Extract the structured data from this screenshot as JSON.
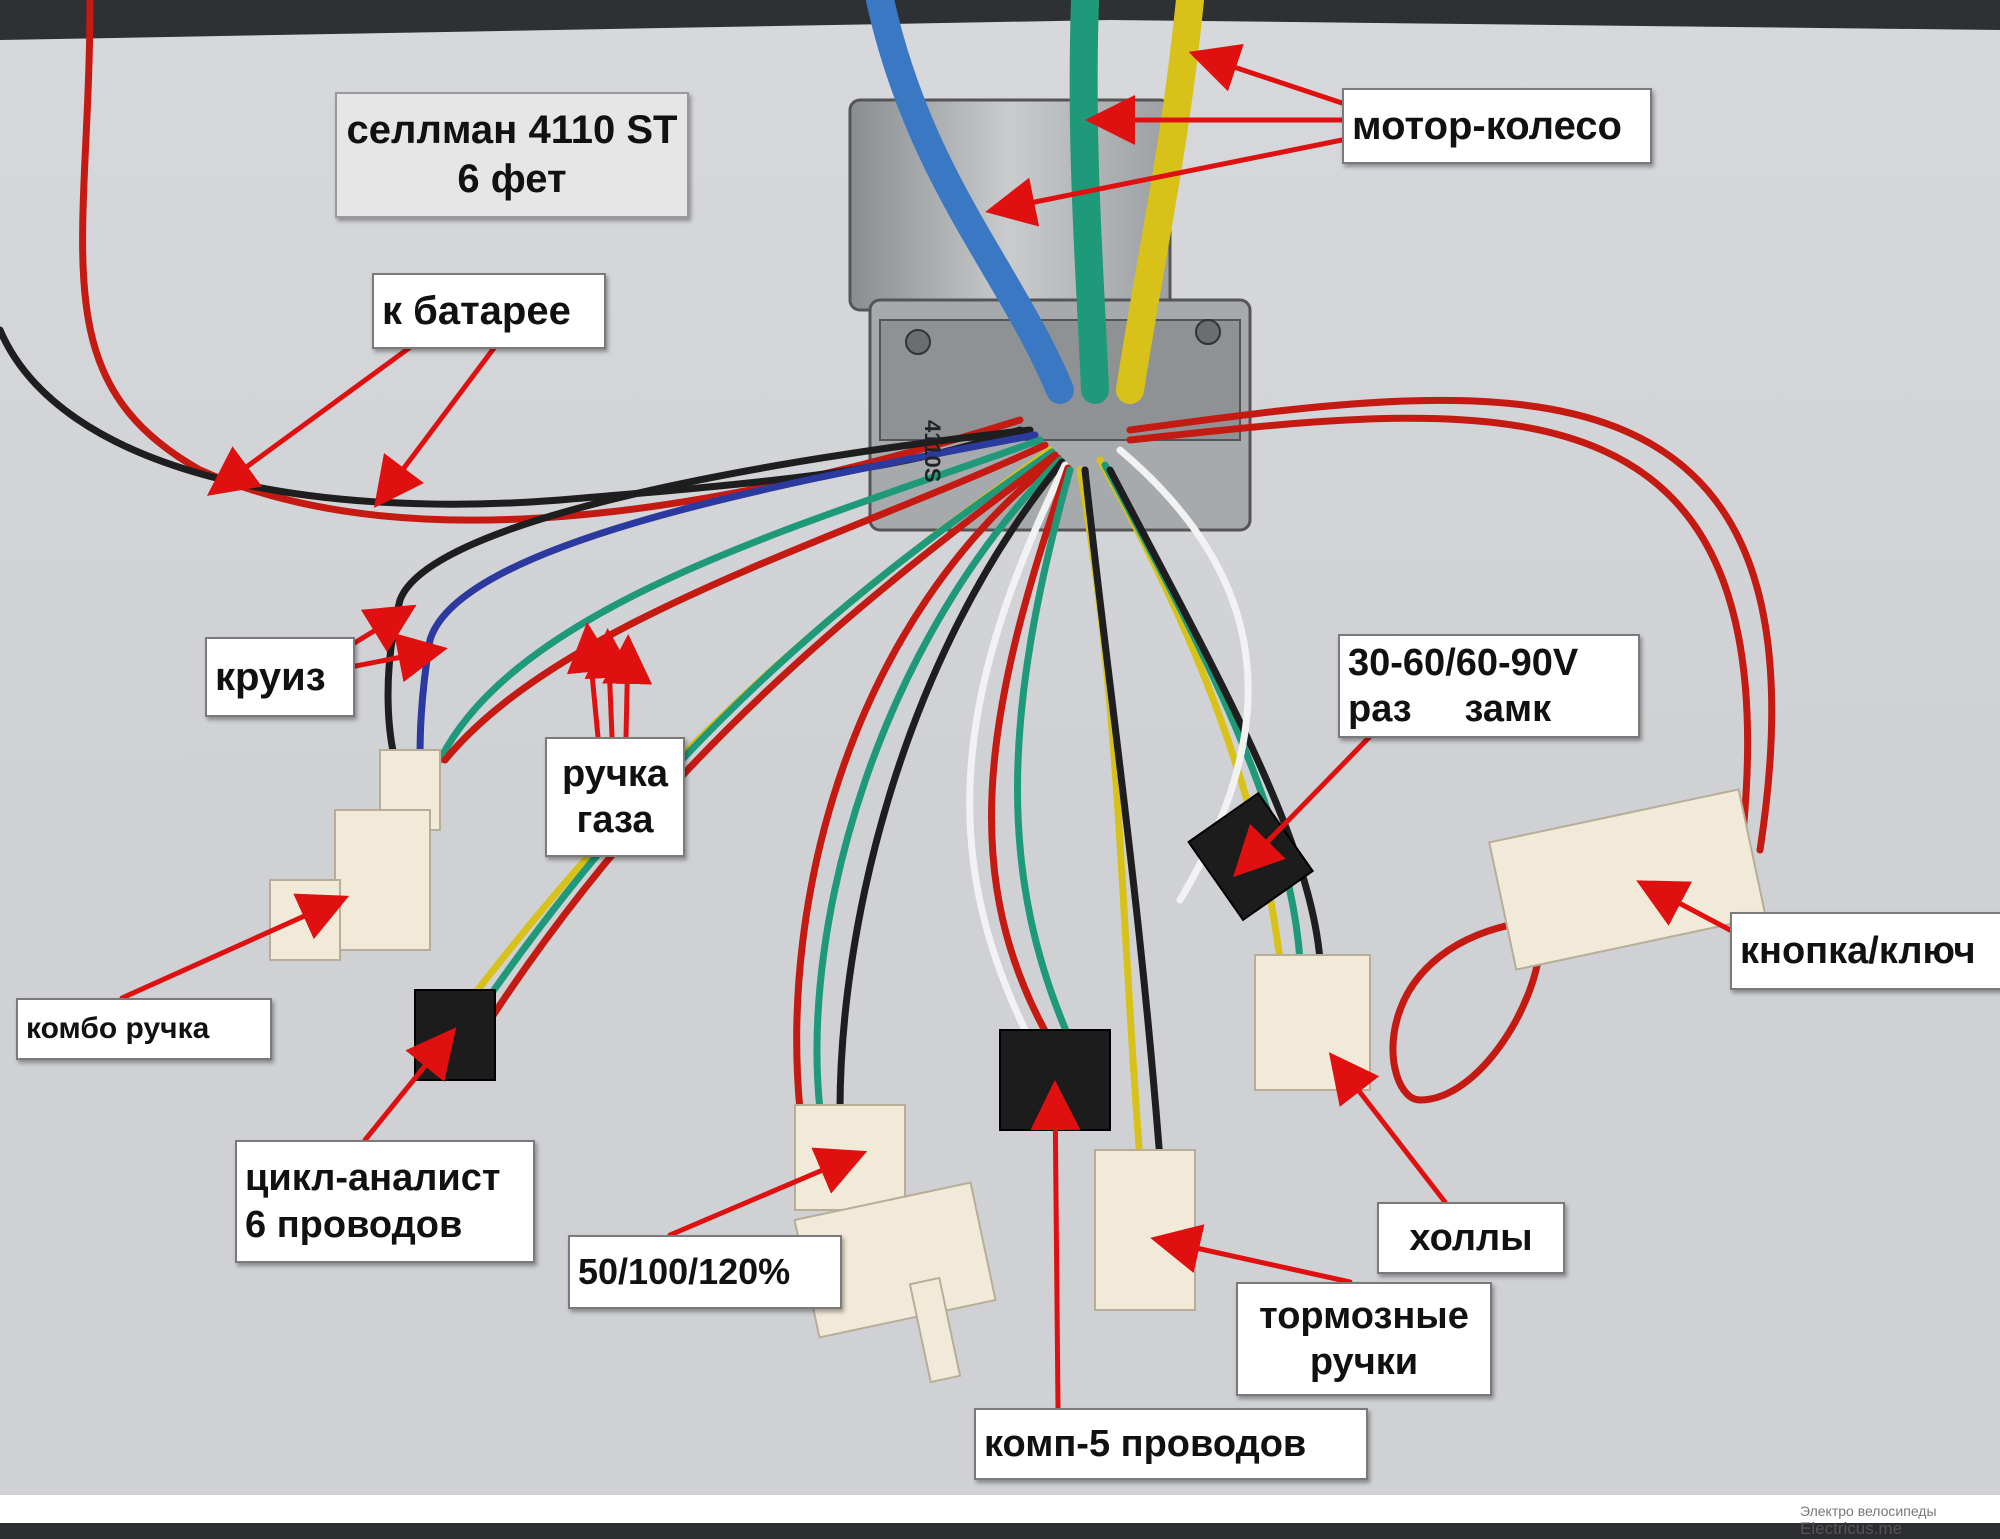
{
  "labels": {
    "title": [
      "селлман 4110 ST",
      "6 фет"
    ],
    "motor": "мотор-колесо",
    "battery": "к батарее",
    "cruise": "круиз",
    "throttle": [
      "ручка",
      "газа"
    ],
    "voltage": [
      "30-60/60-90V",
      "раз     замк"
    ],
    "combo": "комбо ручка",
    "key": "кнопка/ключ",
    "cycle": [
      "цикл-аналист",
      "6 проводов"
    ],
    "percent": "50/100/120%",
    "halls": "холлы",
    "brake": [
      "тормозные",
      "ручки"
    ],
    "comp": "комп-5 проводов"
  },
  "controller_marking": "4110S",
  "watermark": {
    "caption": "Электро велосипеды",
    "site": "Electricus.me"
  },
  "colors": {
    "arrow": "#e01010",
    "wire_red": "#c41a12",
    "wire_blue": "#3b78c4",
    "wire_green": "#1e9a7a",
    "wire_yellow": "#d8c21a",
    "wire_black": "#1e1e1e",
    "wire_navy": "#2c3aa0",
    "wire_white": "#f2f2f2",
    "connector": "#f1ead9"
  }
}
